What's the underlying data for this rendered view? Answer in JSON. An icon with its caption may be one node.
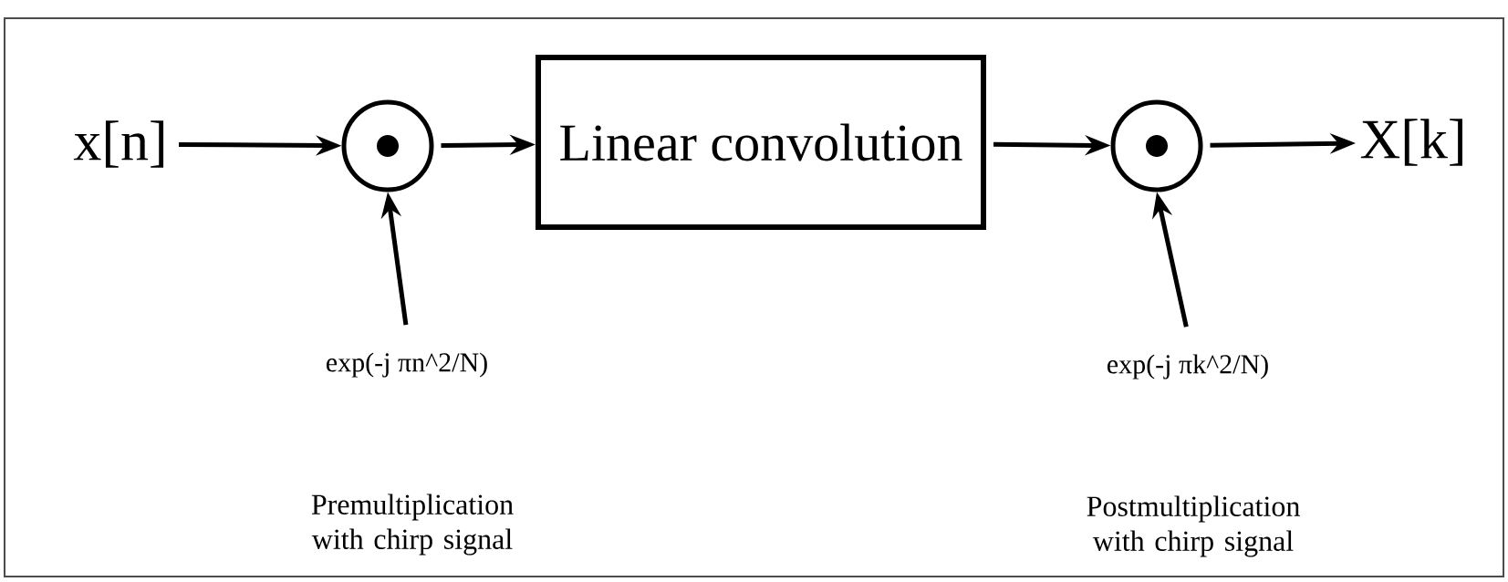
{
  "diagram": {
    "nodes": [
      {
        "text": [
          "x[n]"
        ]
      },
      {
        "text": [],
        "shape": "circle"
      },
      {
        "text": [
          "Linear convolution"
        ]
      },
      {
        "text": [],
        "shape": "circle"
      },
      {
        "text": [
          "X[k]"
        ]
      },
      {
        "text": [
          "exp(-j πn^2/N)"
        ],
        "beside": [
          "Premultiplication with chirp signal"
        ]
      },
      {
        "text": [
          "exp(-j πk^2/N)"
        ],
        "beside": [
          "Postmultiplication with chirp signal"
        ]
      }
    ],
    "edges": [
      {
        "from": 0,
        "to": 1,
        "arrow": "to"
      },
      {
        "from": 1,
        "to": 2,
        "arrow": "to"
      },
      {
        "from": 2,
        "to": 3,
        "arrow": "to"
      },
      {
        "from": 3,
        "to": 4,
        "arrow": "to"
      },
      {
        "from": 5,
        "to": 1,
        "arrow": "to"
      },
      {
        "from": 6,
        "to": 3,
        "arrow": "to"
      }
    ]
  }
}
